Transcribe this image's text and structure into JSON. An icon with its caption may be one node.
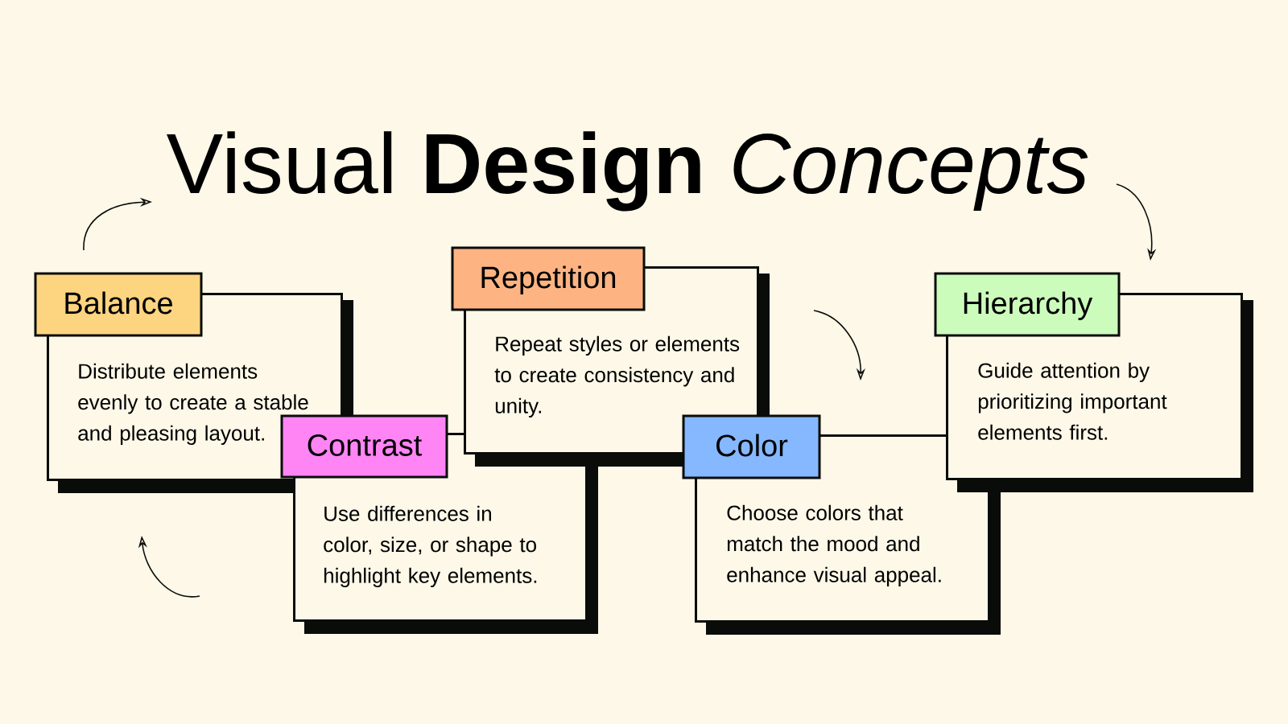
{
  "diagram": {
    "title": "Visual **Design** *Concepts*",
    "nodes": [
      {
        "text": [
          "Balance",
          "Distribute elements evenly to create a stable and pleasing layout."
        ]
      },
      {
        "text": [
          "Contrast",
          "Use differences in color, size, or shape to highlight key elements."
        ]
      },
      {
        "text": [
          "Repetition",
          "Repeat styles or elements to create consistency and unity."
        ]
      },
      {
        "text": [
          "Color",
          "Choose colors that match the mood and enhance visual appeal."
        ]
      },
      {
        "text": [
          "Hierarchy",
          "Guide attention by prioritizing important elements first."
        ]
      }
    ]
  }
}
